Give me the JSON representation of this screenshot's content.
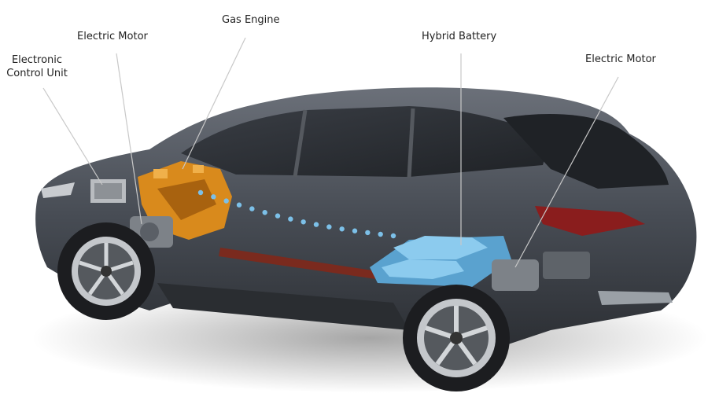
{
  "labels": {
    "ecu_line1": "Electronic",
    "ecu_line2": "Control Unit",
    "electric_motor_front": "Electric Motor",
    "gas_engine": "Gas Engine",
    "hybrid_battery": "Hybrid Battery",
    "electric_motor_rear": "Electric Motor"
  },
  "colors": {
    "body": "#4a4f57",
    "engine": "#d98a1c",
    "battery": "#6fb3dc",
    "power_flow_dots": "#7cc0e8",
    "leader_line": "#c8c8c8"
  }
}
